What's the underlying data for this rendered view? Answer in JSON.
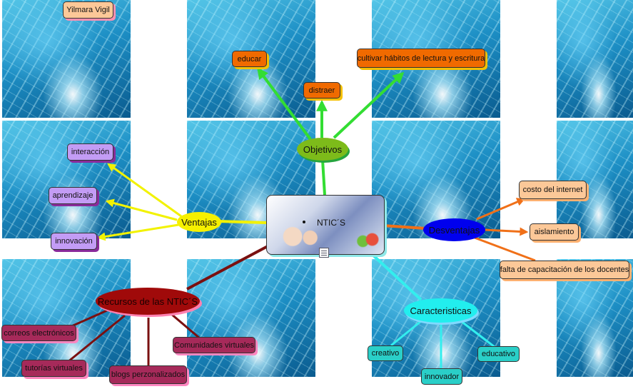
{
  "center": {
    "label": "NTIC´S"
  },
  "author": "Yilmara Vigil",
  "objetivos": {
    "label": "Objetivos",
    "children": [
      "educar",
      "distraer",
      "cultivar hábitos de lectura y escritura"
    ]
  },
  "ventajas": {
    "label": "Ventajas",
    "children": [
      "interacción",
      "aprendizaje",
      "innovación"
    ]
  },
  "desventajas": {
    "label": "Desventajas",
    "children": [
      "costo del internet",
      "aislamiento",
      "falta de capacitación de los docentes"
    ]
  },
  "recursos": {
    "label": "Recursos de las NTIC´S",
    "children": [
      "correos electrónicos",
      "tutorías virtuales",
      "blogs perzonalizados",
      "Comunidades virtuales"
    ]
  },
  "caracteristicas": {
    "label": "Caracteristicas",
    "children": [
      "creativo",
      "innovador",
      "educativo"
    ]
  },
  "colors": {
    "objetivos_link": "#33dd33",
    "objetivos_node": "#7dbb1a",
    "objetivos_leaf": "#f06a00",
    "ventajas_link": "#f2f200",
    "ventajas_node": "#f6f000",
    "ventajas_leaf": "#c39cf5",
    "desventajas_link": "#f07018",
    "desventajas_node": "#0000ee",
    "desventajas_leaf": "#fcc898",
    "recursos_link": "#7a1010",
    "recursos_node": "#a00a0a",
    "recursos_leaf": "#a62a5a",
    "caracteristicas_link": "#33eeee",
    "caracteristicas_node": "#22eeee",
    "caracteristicas_leaf": "#2acfc8",
    "author_box": "#fcc898"
  }
}
